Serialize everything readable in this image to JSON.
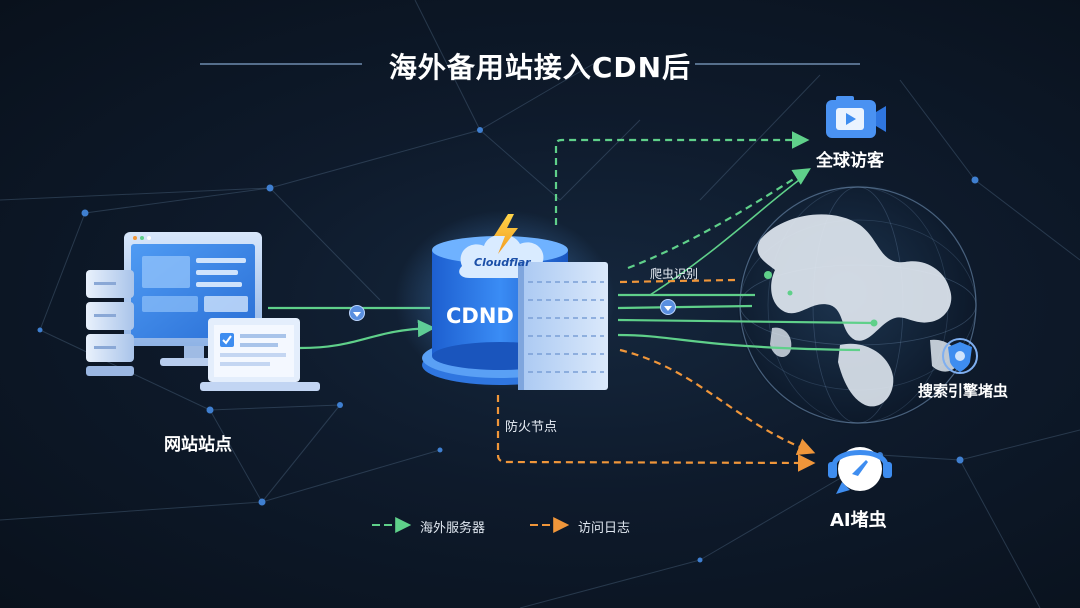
{
  "title": "海外备用站接入CDN后",
  "nodes": {
    "website": "网站站点",
    "cdn_cloud": "Cloudflar",
    "cdn_box": "CDND",
    "visitors": "全球访客",
    "search_bot": "搜索引擎堵虫",
    "ai_bot": "AI堵虫"
  },
  "edge_labels": {
    "crawler": "爬虫识别",
    "firewall": "防火节点"
  },
  "legend": {
    "green": "海外服务器",
    "orange": "访问日志"
  },
  "colors": {
    "green": "#5fd08a",
    "orange": "#f0963a",
    "accent_blue": "#3e8df0"
  }
}
